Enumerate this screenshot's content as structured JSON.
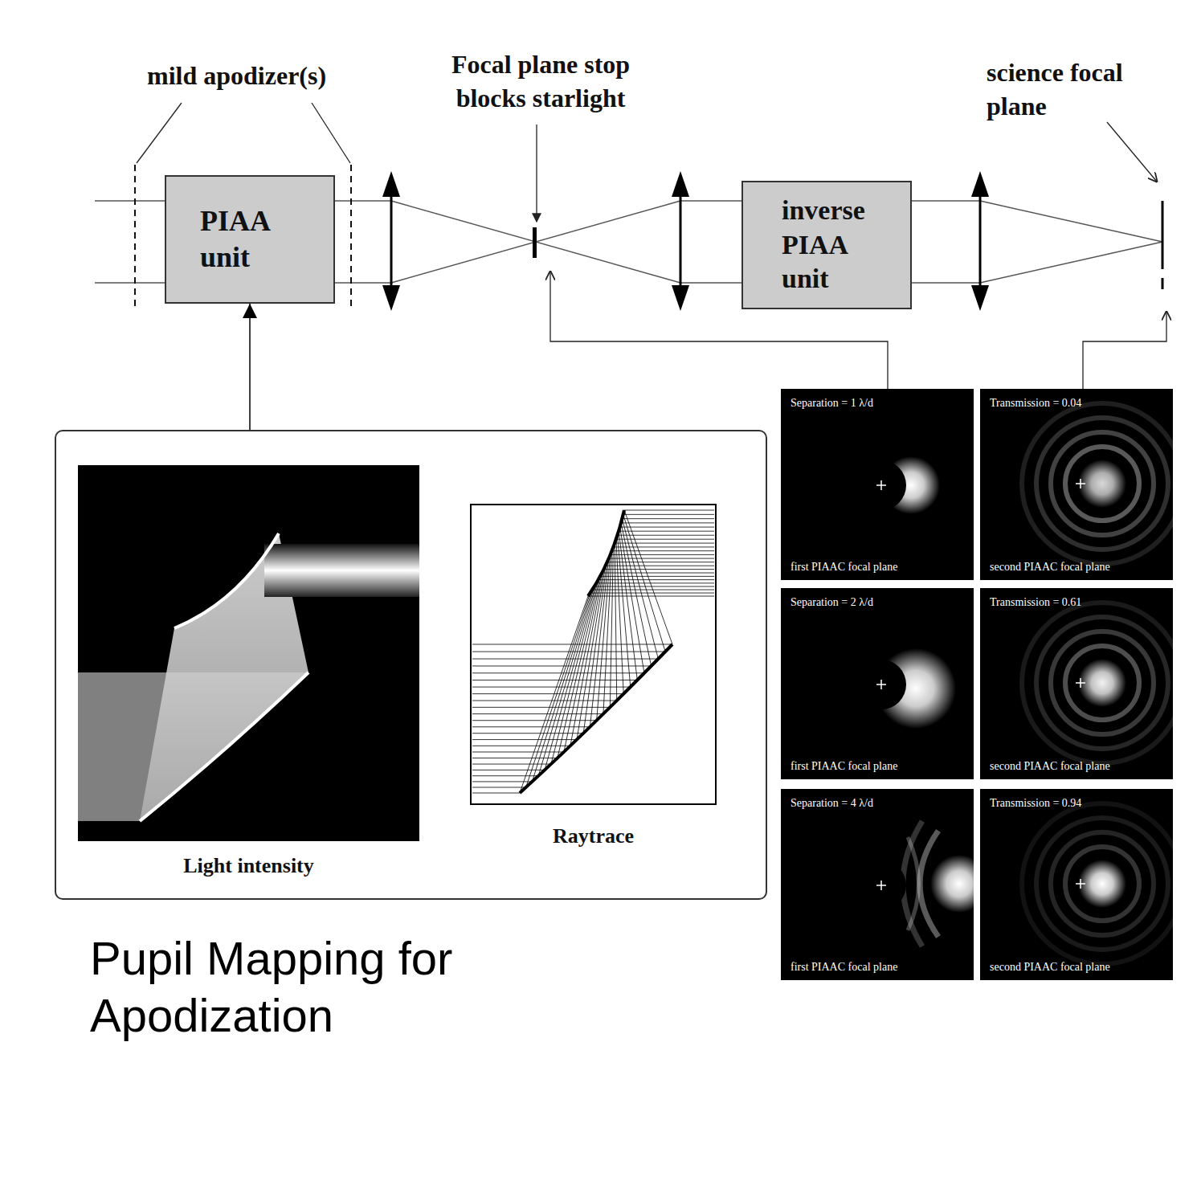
{
  "diagram": {
    "caption": "Pupil Mapping for Apodization",
    "nodes": [
      {
        "text": [
          "PIAA unit"
        ]
      },
      {
        "text": [
          "inverse PIAA unit"
        ]
      },
      {
        "text": []
      },
      {
        "text": [
          "Light intensity"
        ],
        "in": 2
      },
      {
        "text": [
          "Raytrace"
        ],
        "in": 2
      },
      {
        "text": [
          "Separation = 1 λ/d",
          "first PIAAC focal plane"
        ]
      },
      {
        "text": [
          "Transmission = 0.04",
          "second PIAAC focal plane"
        ]
      },
      {
        "text": [
          "Separation = 2 λ/d",
          "first PIAAC focal plane"
        ]
      },
      {
        "text": [
          "Transmission = 0.61",
          "second PIAAC focal plane"
        ]
      },
      {
        "text": [
          "Separation = 4 λ/d",
          "first PIAAC focal plane"
        ]
      },
      {
        "text": [
          "Transmission = 0.94",
          "second PIAAC focal plane"
        ]
      }
    ],
    "edges": [
      {
        "from": 2,
        "to": 0,
        "arrow": "to"
      }
    ],
    "labels": [
      "mild apodizer(s)",
      "Focal plane stop blocks starlight",
      "science focal plane"
    ]
  }
}
